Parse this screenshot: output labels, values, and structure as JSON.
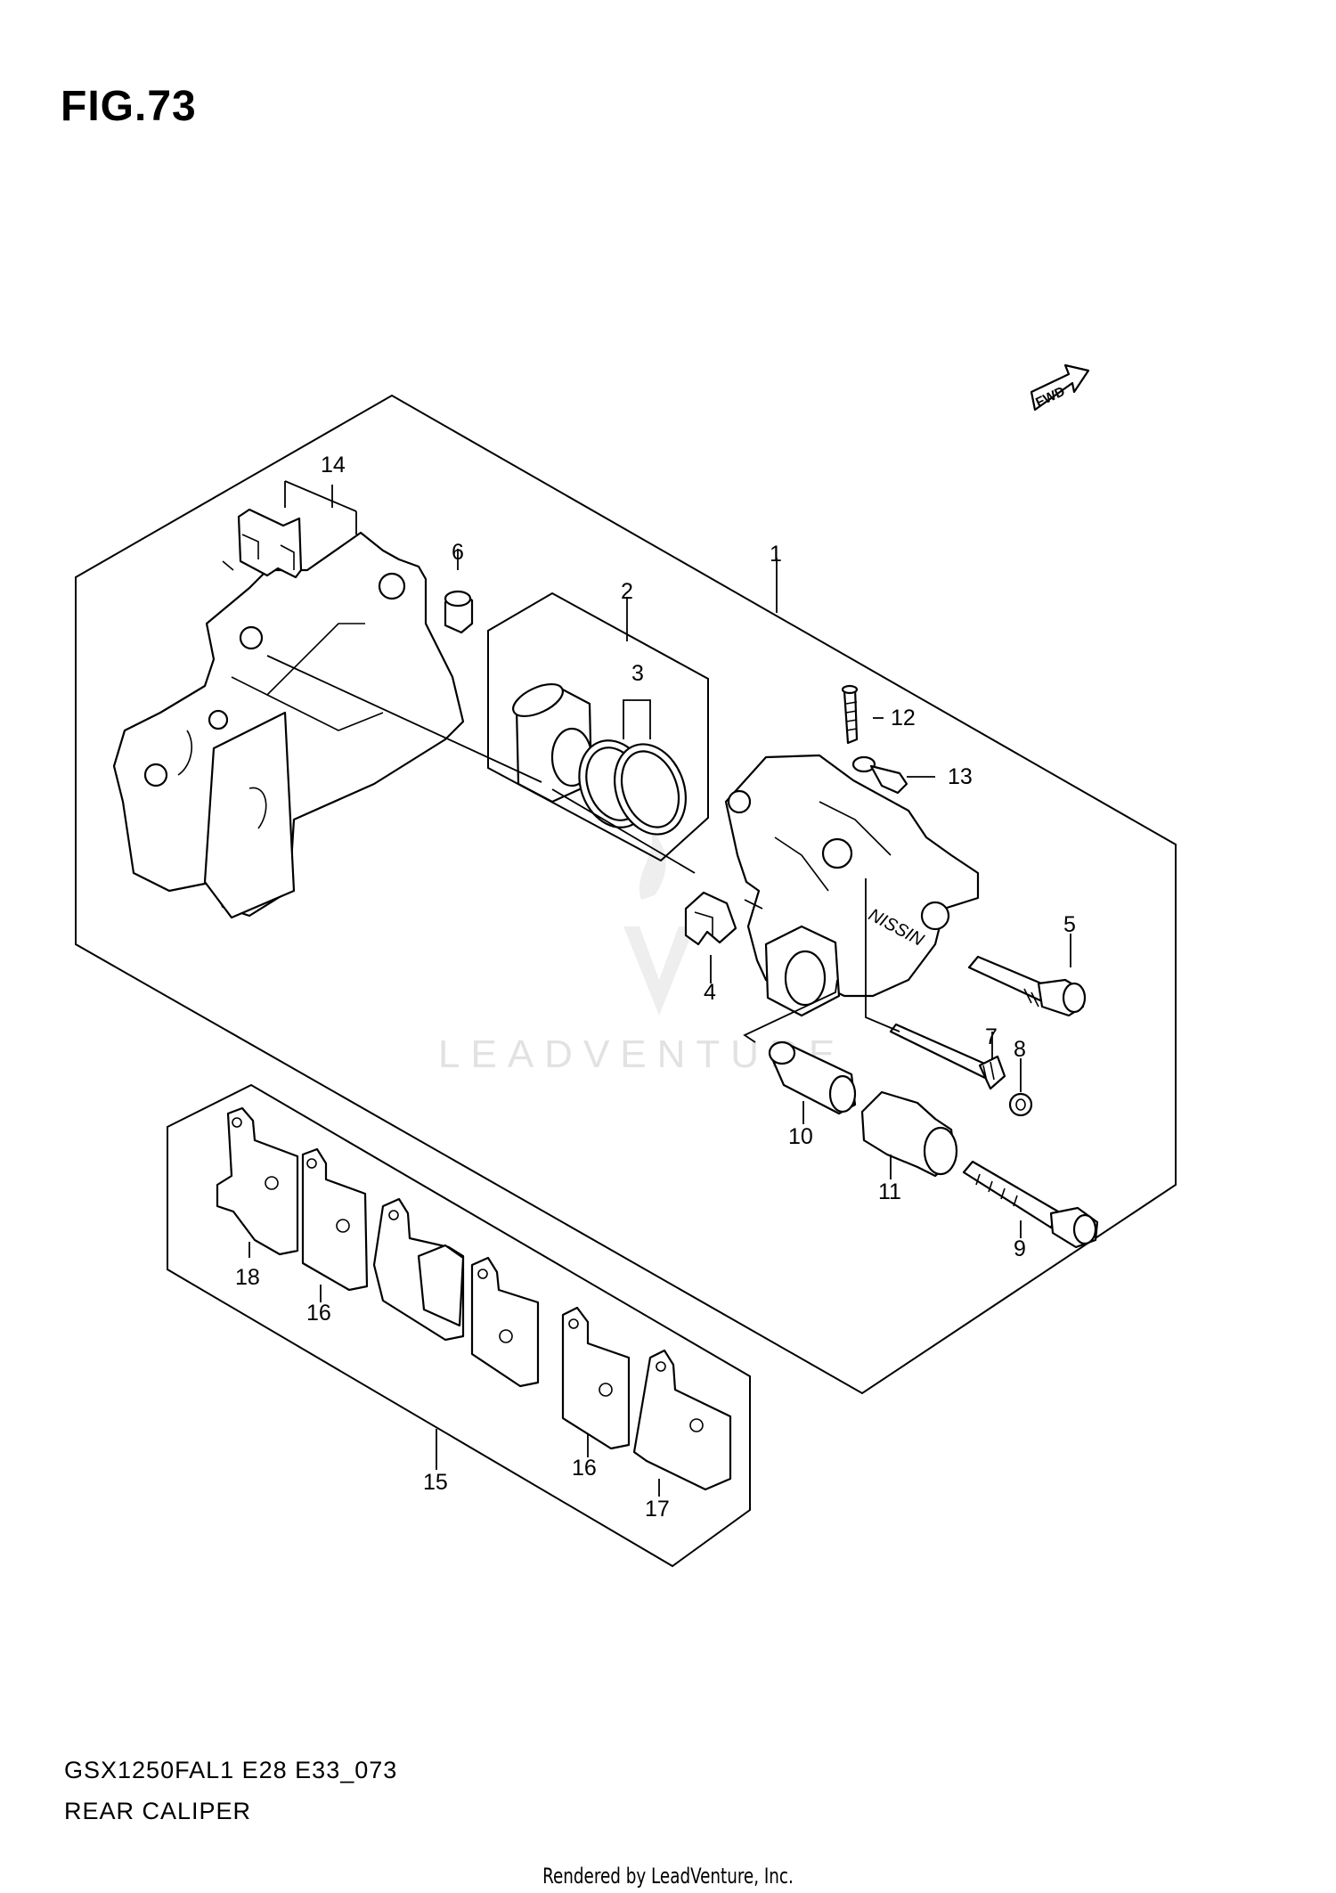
{
  "figure_label": "FIG.73",
  "model_code": "GSX1250FAL1 E28 E33_073",
  "diagram_name": "REAR CALIPER",
  "footer": "Rendered by LeadVenture, Inc.",
  "watermark": "LEADVENTURE",
  "fwd_arrow": "FWD",
  "caliper_marking": "NISSIN",
  "callouts": {
    "c1": "1",
    "c2": "2",
    "c3": "3",
    "c4": "4",
    "c5": "5",
    "c6": "6",
    "c7": "7",
    "c8": "8",
    "c9": "9",
    "c10": "10",
    "c11": "11",
    "c12": "12",
    "c13": "13",
    "c14": "14",
    "c15": "15",
    "c16a": "16",
    "c16b": "16",
    "c17": "17",
    "c18": "18"
  }
}
